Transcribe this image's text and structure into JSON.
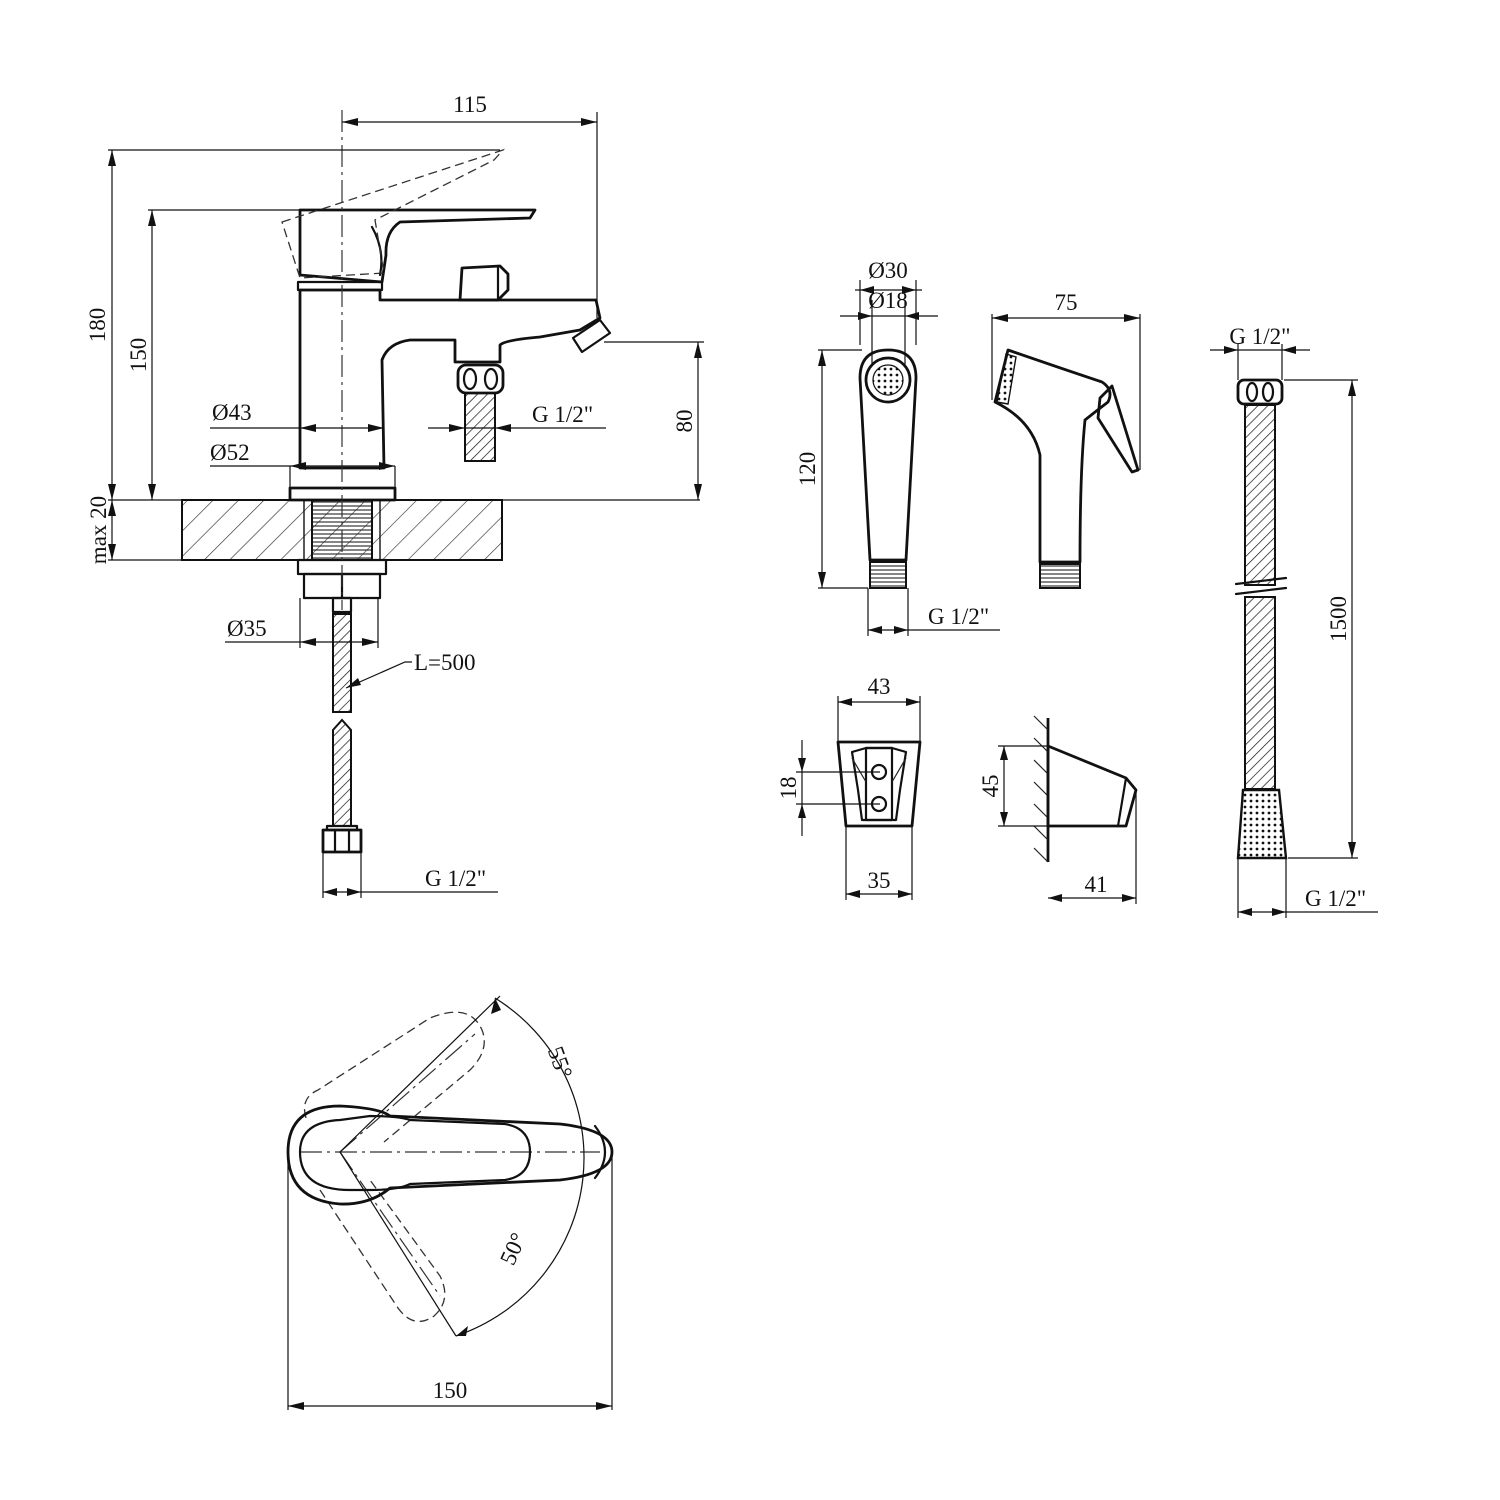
{
  "faucet": {
    "dim_width": "115",
    "dim_total_height": "180",
    "dim_spout_height": "150",
    "dim_d43": "Ø43",
    "dim_d52": "Ø52",
    "dim_outlet_thread": "G 1/2\"",
    "dim_outlet_height": "80",
    "dim_counter": "max 20",
    "dim_d35": "Ø35",
    "hose_length": "L=500",
    "hose_thread": "G 1/2\""
  },
  "shower_head": {
    "dim_d30": "Ø30",
    "dim_d18": "Ø18",
    "dim_length": "120",
    "dim_thread": "G 1/2\"",
    "dim_side_width": "75"
  },
  "hose": {
    "dim_top_thread": "G 1/2\"",
    "dim_length": "1500",
    "dim_bottom_thread": "G 1/2\""
  },
  "holder": {
    "dim_top_width": "43",
    "dim_hole_spacing": "18",
    "dim_bottom_width": "35",
    "dim_height": "45",
    "dim_depth": "41"
  },
  "top_view": {
    "angle_left": "55°",
    "angle_right": "50°",
    "dim_width": "150"
  }
}
